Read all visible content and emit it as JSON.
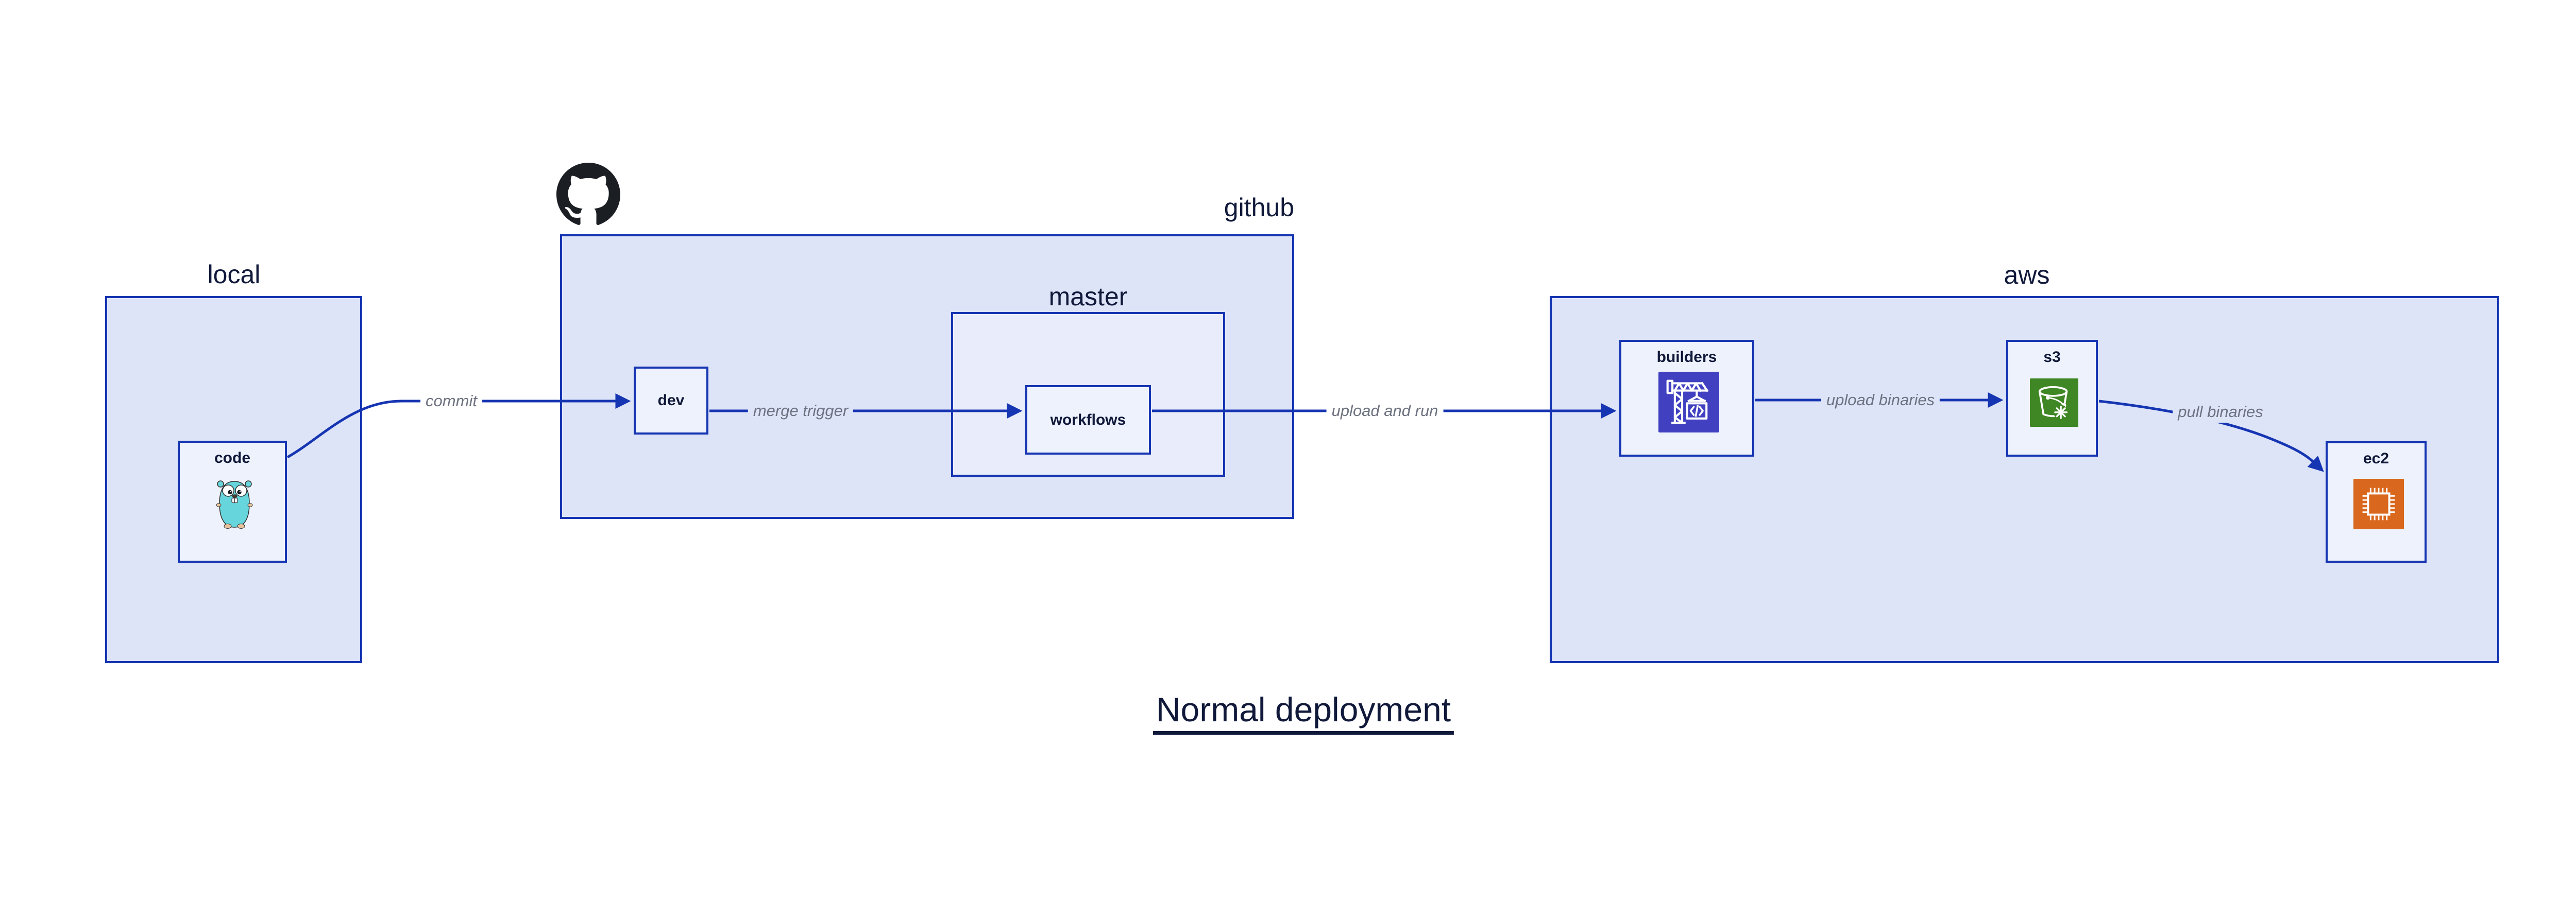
{
  "title": "Normal deployment",
  "groups": {
    "local": {
      "label": "local"
    },
    "github": {
      "label": "github"
    },
    "master": {
      "label": "master"
    },
    "aws": {
      "label": "aws"
    }
  },
  "nodes": {
    "code": {
      "label": "code",
      "icon": "go-gopher-icon"
    },
    "dev": {
      "label": "dev"
    },
    "workflows": {
      "label": "workflows"
    },
    "builders": {
      "label": "builders",
      "icon": "codebuild-crane-icon"
    },
    "s3": {
      "label": "s3",
      "icon": "s3-bucket-icon"
    },
    "ec2": {
      "label": "ec2",
      "icon": "ec2-chip-icon"
    }
  },
  "edges": {
    "commit": {
      "label": "commit",
      "from": "code",
      "to": "dev"
    },
    "merge_trigger": {
      "label": "merge trigger",
      "from": "dev",
      "to": "workflows"
    },
    "upload_and_run": {
      "label": "upload and run",
      "from": "workflows",
      "to": "builders"
    },
    "upload_binaries": {
      "label": "upload binaries",
      "from": "builders",
      "to": "s3"
    },
    "pull_binaries": {
      "label": "pull binaries",
      "from": "s3",
      "to": "ec2"
    }
  },
  "logo": {
    "name": "github-octocat-logo"
  },
  "colors": {
    "line": "#1635b2",
    "group_fill": "#dde4f8",
    "master_fill": "#e9edfb",
    "node_fill": "#eef2fc",
    "label_text": "#10193a",
    "edge_label_text": "#6d7280",
    "builders_icon_bg": "#4040c0",
    "s3_icon_bg": "#3f8624",
    "ec2_icon_bg": "#d9671d",
    "github_logo": "#1b1f23",
    "gopher_body": "#66d6dc"
  }
}
